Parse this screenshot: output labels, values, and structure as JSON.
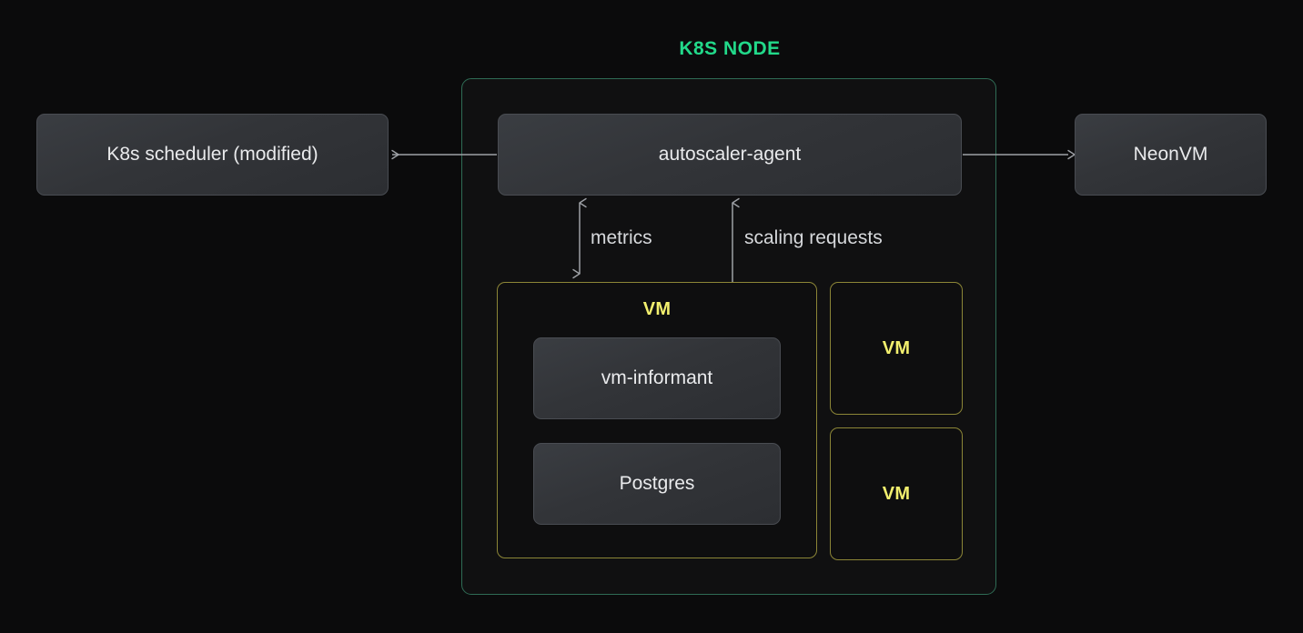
{
  "diagram": {
    "title": "K8S NODE",
    "title_color": "#22d98a",
    "node_border_color": "#2f6c55",
    "vm_border_color": "#8c8637",
    "vm_label_color": "#f2ef6e",
    "background_color": "#0b0b0c",
    "component_fill_color": "#323438",
    "arrow_color": "#9ea1a6",
    "text_color": "#e9eaec"
  },
  "external": {
    "scheduler_label": "K8s scheduler (modified)",
    "neonvm_label": "NeonVM"
  },
  "node": {
    "autoscaler_label": "autoscaler-agent",
    "vm_main": {
      "label": "VM",
      "children": [
        {
          "label": "vm-informant"
        },
        {
          "label": "Postgres"
        }
      ]
    },
    "vm_secondary": [
      {
        "label": "VM"
      },
      {
        "label": "VM"
      }
    ]
  },
  "edges": [
    {
      "name": "scheduler-edge",
      "label": "",
      "direction": "left"
    },
    {
      "name": "neonvm-edge",
      "label": "",
      "direction": "right"
    },
    {
      "name": "metrics-edge",
      "label": "metrics",
      "direction": "bidirectional"
    },
    {
      "name": "scaling-edge",
      "label": "scaling requests",
      "direction": "bidirectional"
    }
  ]
}
